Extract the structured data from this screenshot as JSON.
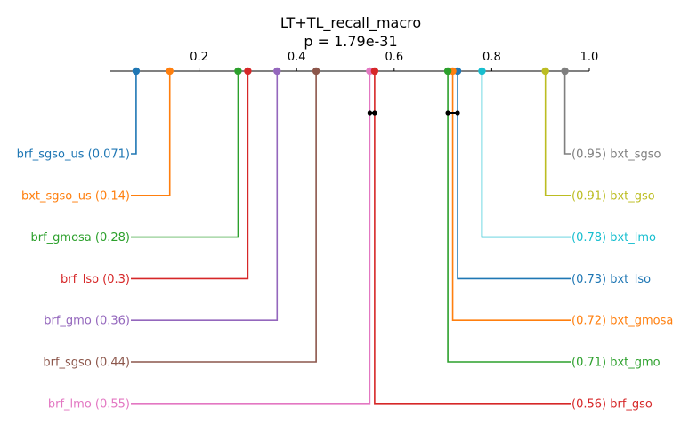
{
  "chart_data": {
    "type": "cd-diagram",
    "title": "LT+TL_recall_macro",
    "subtitle": "p = 1.79e-31",
    "axis": {
      "min": 0.0,
      "max": 1.0,
      "ticks": [
        0.2,
        0.4,
        0.6,
        0.8,
        1.0
      ],
      "tick_labels": [
        "0.2",
        "0.4",
        "0.6",
        "0.8",
        "1.0"
      ]
    },
    "left_methods": [
      {
        "name": "brf_sgso_us",
        "value": 0.071,
        "label": "brf_sgso_us (0.071)",
        "color": "#1f77b4"
      },
      {
        "name": "bxt_sgso_us",
        "value": 0.14,
        "label": "bxt_sgso_us (0.14)",
        "color": "#ff7f0e"
      },
      {
        "name": "brf_gmosa",
        "value": 0.28,
        "label": "brf_gmosa (0.28)",
        "color": "#2ca02c"
      },
      {
        "name": "brf_lso",
        "value": 0.3,
        "label": "brf_lso (0.3)",
        "color": "#d62728"
      },
      {
        "name": "brf_gmo",
        "value": 0.36,
        "label": "brf_gmo (0.36)",
        "color": "#9467bd"
      },
      {
        "name": "brf_sgso",
        "value": 0.44,
        "label": "brf_sgso (0.44)",
        "color": "#8c564b"
      },
      {
        "name": "brf_lmo",
        "value": 0.55,
        "label": "brf_lmo (0.55)",
        "color": "#e377c2"
      }
    ],
    "right_methods": [
      {
        "name": "bxt_sgso",
        "value": 0.95,
        "label": "(0.95) bxt_sgso",
        "color": "#7f7f7f"
      },
      {
        "name": "bxt_gso",
        "value": 0.91,
        "label": "(0.91) bxt_gso",
        "color": "#bcbd22"
      },
      {
        "name": "bxt_lmo",
        "value": 0.78,
        "label": "(0.78) bxt_lmo",
        "color": "#17becf"
      },
      {
        "name": "bxt_lso",
        "value": 0.73,
        "label": "(0.73) bxt_lso",
        "color": "#1f77b4"
      },
      {
        "name": "bxt_gmosa",
        "value": 0.72,
        "label": "(0.72) bxt_gmosa",
        "color": "#ff7f0e"
      },
      {
        "name": "bxt_gmo",
        "value": 0.71,
        "label": "(0.71) bxt_gmo",
        "color": "#2ca02c"
      },
      {
        "name": "brf_gso",
        "value": 0.56,
        "label": "(0.56) brf_gso",
        "color": "#d62728"
      }
    ],
    "cliques": [
      {
        "from": 0.55,
        "to": 0.56
      },
      {
        "from": 0.71,
        "to": 0.73
      }
    ]
  }
}
